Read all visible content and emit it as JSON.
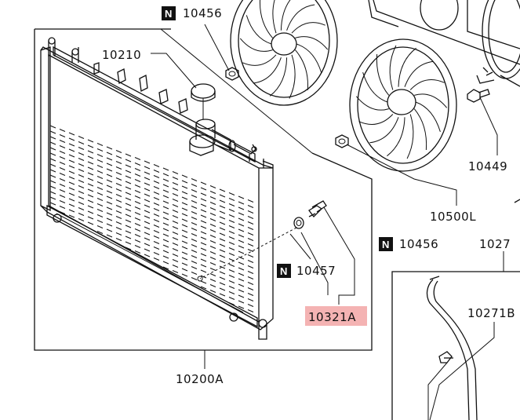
{
  "diagram": {
    "labels": {
      "cap": "10210",
      "radiator": "10200A",
      "drain_plug": "10321A",
      "oring": "10457",
      "nut_top": "10456",
      "nut_right": "10456",
      "fan": "10500L",
      "bolt": "10449",
      "partial_right": "1027",
      "hose": "10271B"
    },
    "badge": "N",
    "highlight_color": "#f4b3b3"
  }
}
